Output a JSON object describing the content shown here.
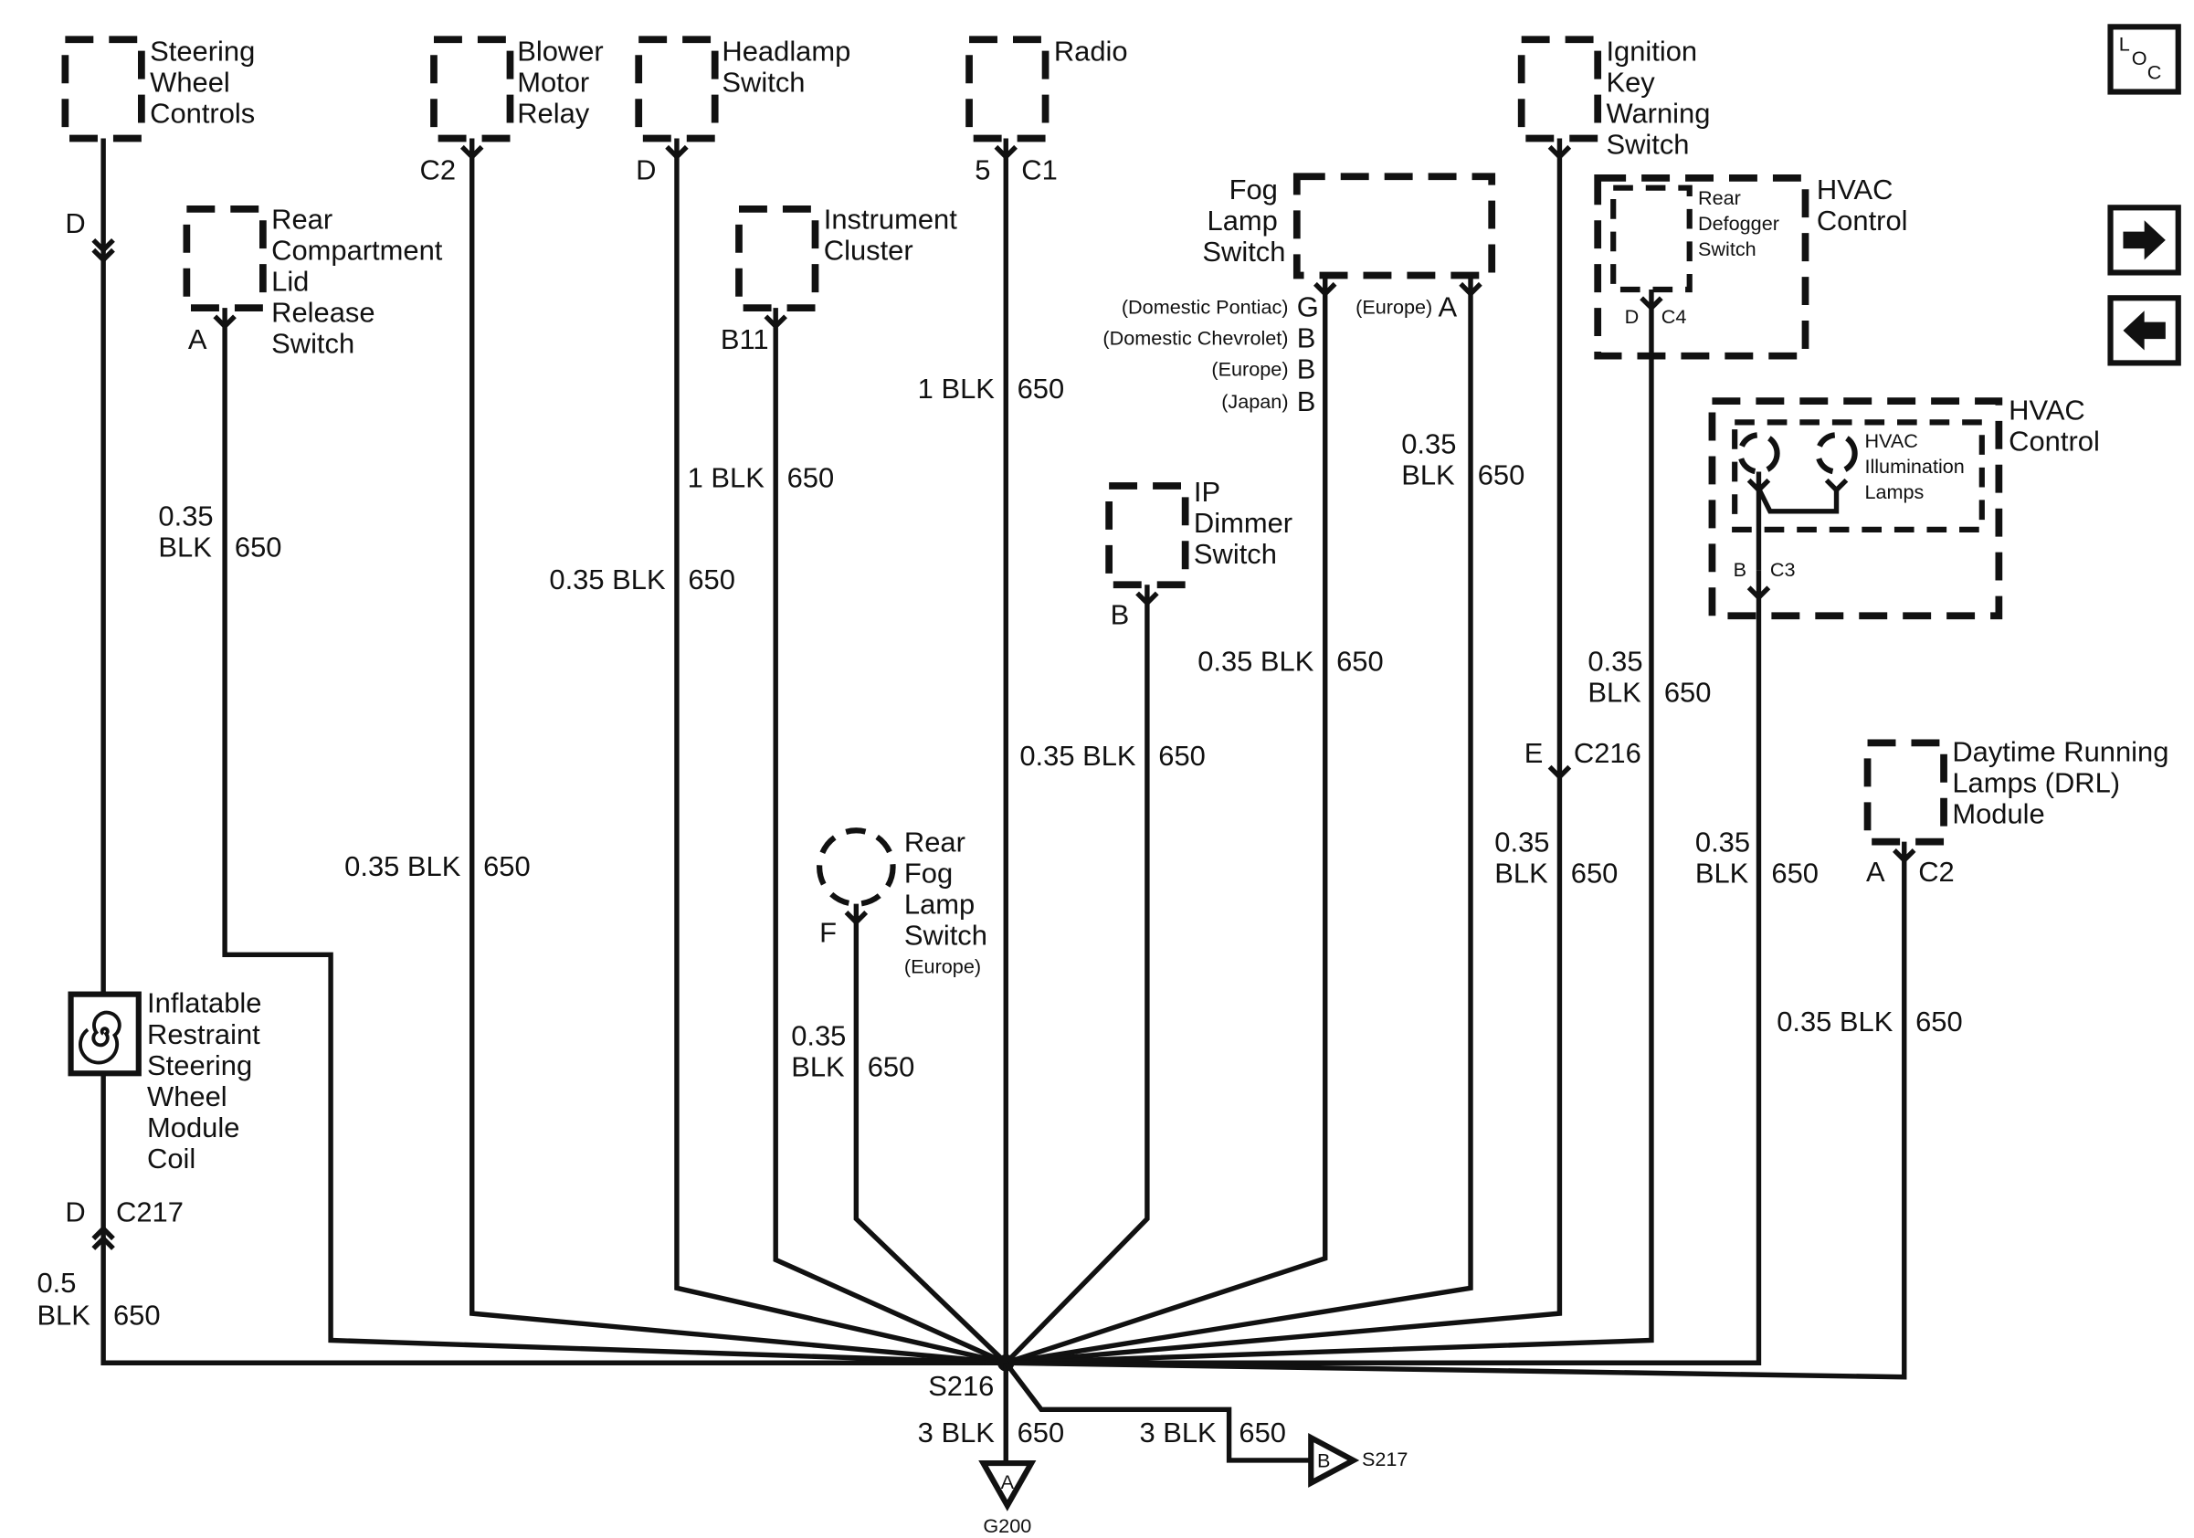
{
  "components": {
    "steering_wheel_controls": [
      "Steering",
      "Wheel",
      "Controls"
    ],
    "blower_motor_relay": [
      "Blower",
      "Motor",
      "Relay"
    ],
    "headlamp_switch": [
      "Headlamp",
      "Switch"
    ],
    "radio": [
      "Radio"
    ],
    "ignition_key_warning_switch": [
      "Ignition",
      "Key",
      "Warning",
      "Switch"
    ],
    "rear_compartment_lid_release_switch": [
      "Rear",
      "Compartment",
      "Lid",
      "Release",
      "Switch"
    ],
    "instrument_cluster": [
      "Instrument",
      "Cluster"
    ],
    "fog_lamp_switch": [
      "Fog",
      "Lamp",
      "Switch"
    ],
    "rear_defogger_switch": [
      "Rear",
      "Defogger",
      "Switch"
    ],
    "hvac_control_1": [
      "HVAC",
      "Control"
    ],
    "hvac_control_2": [
      "HVAC",
      "Control"
    ],
    "hvac_illumination_lamps": [
      "HVAC",
      "Illumination",
      "Lamps"
    ],
    "ip_dimmer_switch": [
      "IP",
      "Dimmer",
      "Switch"
    ],
    "rear_fog_lamp_switch": [
      "Rear",
      "Fog",
      "Lamp",
      "Switch"
    ],
    "rear_fog_lamp_switch_note": "(Europe)",
    "drl_module": [
      "Daytime Running",
      "Lamps (DRL)",
      "Module"
    ],
    "airbag_coil": [
      "Inflatable",
      "Restraint",
      "Steering",
      "Wheel",
      "Module",
      "Coil"
    ]
  },
  "pins": {
    "steering_d": "D",
    "blower_c2": "C2",
    "headlamp_d": "D",
    "radio_5": "5",
    "radio_c1": "C1",
    "rear_comp_a": "A",
    "cluster_b11": "B11",
    "fog_g": "G",
    "fog_b1": "B",
    "fog_b2": "B",
    "fog_b3": "B",
    "fog_a": "A",
    "fog_note_pontiac": "(Domestic Pontiac)",
    "fog_note_chevrolet": "(Domestic Chevrolet)",
    "fog_note_europe1": "(Europe)",
    "fog_note_japan": "(Japan)",
    "fog_note_europe2": "(Europe)",
    "defog_d": "D",
    "defog_c4": "C4",
    "hvac_b": "B",
    "hvac_c3": "C3",
    "dimmer_b": "B",
    "rear_fog_f": "F",
    "c216_e": "E",
    "c216": "C216",
    "drl_a": "A",
    "drl_c2": "C2",
    "c217_d": "D",
    "c217": "C217"
  },
  "wires": {
    "w_steering_gauge": "0.5",
    "w_steering_color": "BLK",
    "w_steering_circuit": "650",
    "w_rearcomp_gauge": "0.35",
    "w_rearcomp_color": "BLK",
    "w_rearcomp_circuit": "650",
    "w_blower_size": "0.35 BLK",
    "w_blower_circuit": "650",
    "w_headlamp_size": "0.35 BLK",
    "w_headlamp_circuit": "650",
    "w_cluster_size": "1 BLK",
    "w_cluster_circuit": "650",
    "w_radio_size": "1 BLK",
    "w_radio_circuit": "650",
    "w_radio_size2": "0.35 BLK",
    "w_radio_circuit2": "650",
    "w_rearfog_gauge": "0.35",
    "w_rearfog_color": "BLK",
    "w_rearfog_circuit": "650",
    "w_fog_size": "0.35 BLK",
    "w_fog_circuit": "650",
    "w_foga_gauge": "0.35",
    "w_foga_color": "BLK",
    "w_foga_circuit": "650",
    "w_ign_gauge": "0.35",
    "w_ign_color": "BLK",
    "w_ign_circuit": "650",
    "w_ign2_gauge": "0.35",
    "w_ign2_color": "BLK",
    "w_ign2_circuit": "650",
    "w_defog_gauge": "0.35",
    "w_defog_color": "BLK",
    "w_defog_circuit": "650",
    "w_drl_size": "0.35 BLK",
    "w_drl_circuit": "650",
    "w_ground_size": "3 BLK",
    "w_ground_circuit": "650",
    "w_s217_size": "3 BLK",
    "w_s217_circuit": "650"
  },
  "splice": "S216",
  "ground": {
    "id": "G200",
    "letter": "A"
  },
  "offpage": {
    "id": "S217",
    "letter": "B"
  },
  "nav": {
    "loc_l": "L",
    "loc_o": "O",
    "loc_c": "C"
  }
}
